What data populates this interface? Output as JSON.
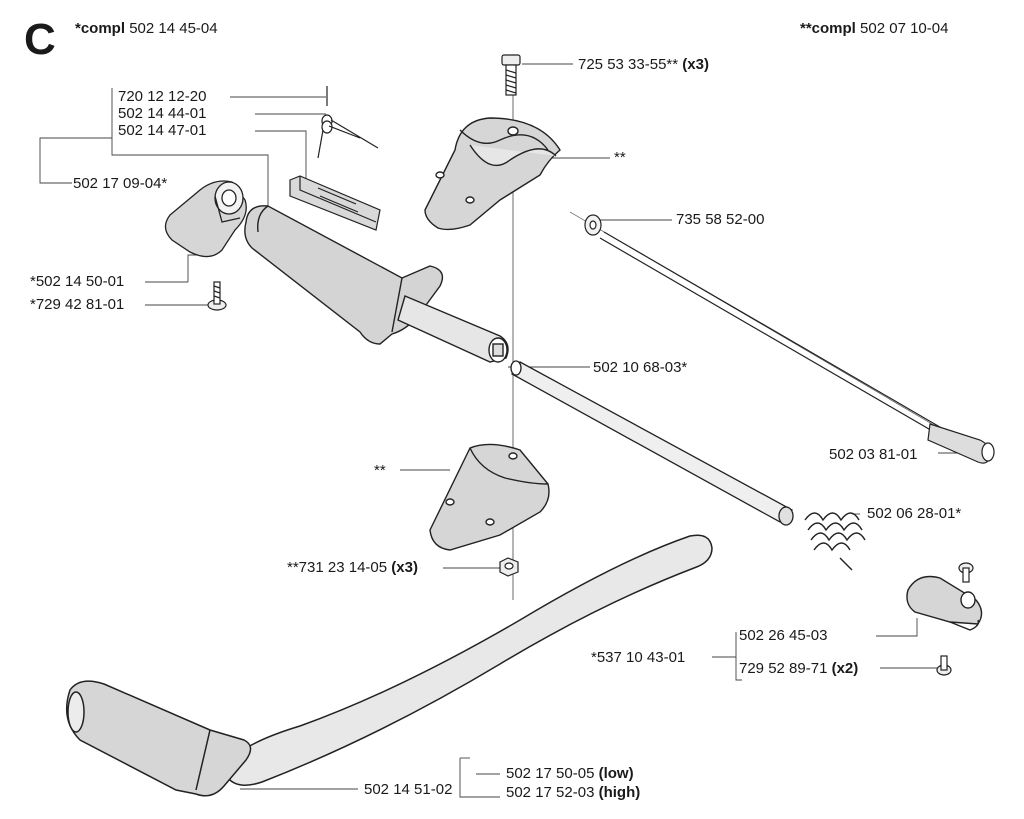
{
  "section_letter": "C",
  "assemblies": {
    "left": {
      "mark": "*compl",
      "number": "502 14 45-04"
    },
    "right": {
      "mark": "**compl",
      "number": "502 07 10-04"
    }
  },
  "labels": {
    "p720_12_12_20": {
      "text": "720 12 12-20"
    },
    "p502_14_44_01": {
      "text": "502 14 44-01"
    },
    "p502_14_47_01": {
      "text": "502 14 47-01"
    },
    "p502_17_09_04": {
      "text": "502 17 09-04*"
    },
    "p502_14_50_01": {
      "text": "*502 14 50-01"
    },
    "p729_42_81_01": {
      "text": "*729 42 81-01"
    },
    "p725_53_33_55": {
      "text": "725 53 33-55**",
      "qty": "(x3)"
    },
    "upper_clamp": {
      "text": "**"
    },
    "p735_58_52_00": {
      "text": "735 58 52-00"
    },
    "p502_10_68_03": {
      "text": "502 10 68-03*"
    },
    "p502_03_81_01": {
      "text": "502 03 81-01"
    },
    "lower_clamp": {
      "text": "**"
    },
    "p502_06_28_01": {
      "text": "502 06 28-01*"
    },
    "p731_23_14_05": {
      "text": "**731 23 14-05",
      "qty": "(x3)"
    },
    "p502_26_45_03": {
      "text": "502 26 45-03"
    },
    "p537_10_43_01": {
      "text": "*537 10 43-01"
    },
    "p729_52_89_71": {
      "text": "729 52 89-71",
      "qty": "(x2)"
    },
    "p502_14_51_02": {
      "text": "502 14 51-02"
    },
    "p502_17_50_05": {
      "text": "502 17 50-05",
      "qty": "(low)"
    },
    "p502_17_52_03": {
      "text": "502 17 52-03",
      "qty": "(high)"
    }
  }
}
